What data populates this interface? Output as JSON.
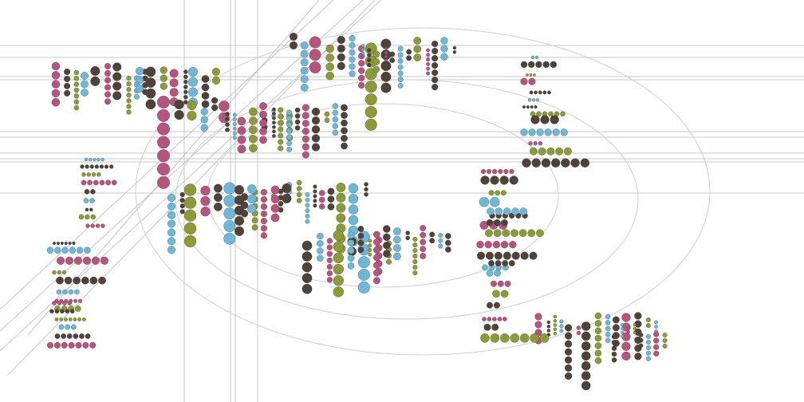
{
  "palette": {
    "background": "#ffffff",
    "guide_line": "#b9b9b9",
    "orbit_ring": "#cfcfcf",
    "magenta_dot": "#b5557e",
    "brown_dot": "#4f4238",
    "sky_dot": "#6fb7d9",
    "olive_dot": "#8c9a3a"
  },
  "guides": {
    "horizontal_rules": 10,
    "vertical_rules": 4,
    "diagonal_rules": 5,
    "elliptical_rings": 3
  },
  "glyph_runs": [
    {
      "style": "stacked-columns",
      "colors": [
        "magenta_dot",
        "brown_dot",
        "olive_dot",
        "sky_dot"
      ]
    },
    {
      "style": "horizontal-rows",
      "colors": [
        "sky_dot",
        "brown_dot",
        "olive_dot",
        "magenta_dot"
      ]
    },
    {
      "style": "stacked-columns",
      "colors": [
        "magenta_dot",
        "sky_dot",
        "brown_dot",
        "olive_dot"
      ]
    },
    {
      "style": "horizontal-rows",
      "colors": [
        "brown_dot",
        "magenta_dot",
        "sky_dot",
        "olive_dot"
      ]
    }
  ]
}
